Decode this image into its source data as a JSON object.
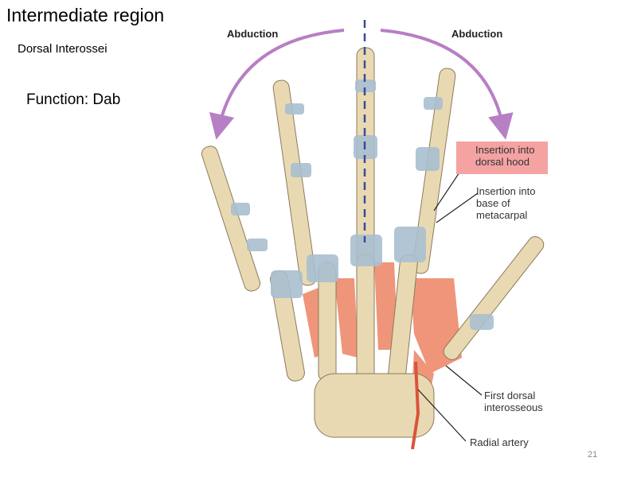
{
  "slide": {
    "title": "Intermediate region",
    "subtitle": "Dorsal Interossei",
    "function": "Function: Dab",
    "page_number": "21"
  },
  "figure": {
    "abduction_left": "Abduction",
    "abduction_right": "Abduction",
    "labels": {
      "dorsal_hood": [
        "Insertion into",
        "dorsal hood"
      ],
      "metacarpal": [
        "Insertion into",
        "base of",
        "metacarpal"
      ],
      "first_dorsal": [
        "First dorsal",
        "interosseous"
      ],
      "radial_artery": "Radial artery"
    },
    "colors": {
      "highlight": "#f4a2a2",
      "arrow": "#b77fc4",
      "bone": "#e9d9b2",
      "joint": "#a9bfd0",
      "muscle": "#ee8a6c"
    }
  }
}
